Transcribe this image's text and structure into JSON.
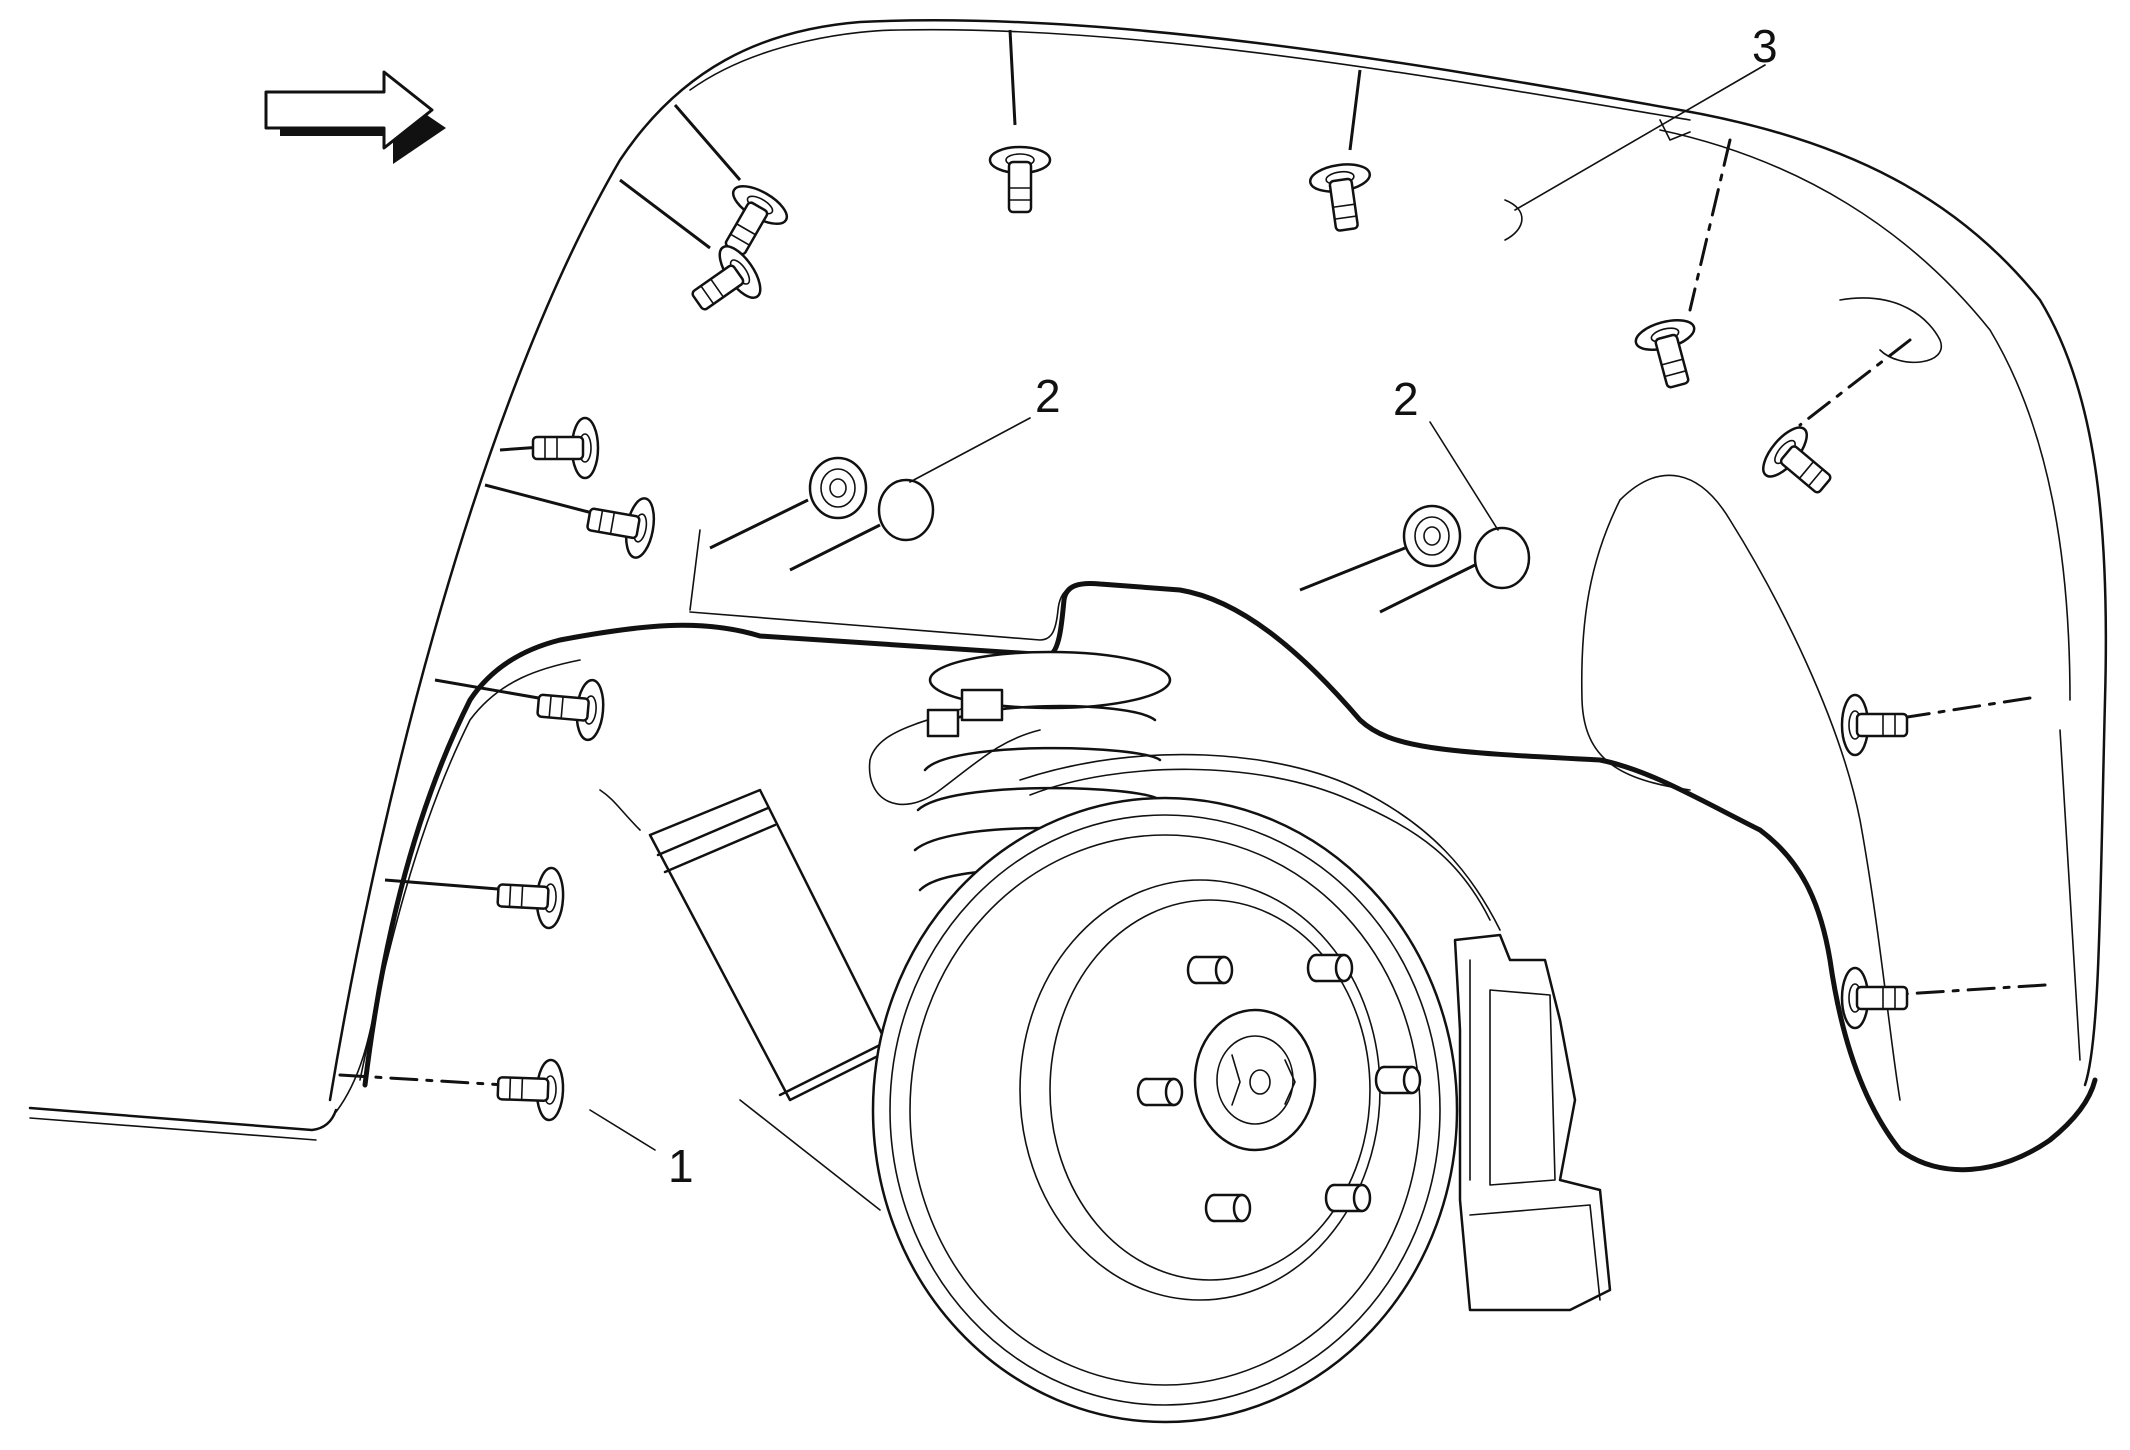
{
  "callouts": {
    "c1": "1",
    "c2a": "2",
    "c2b": "2",
    "c3": "3"
  },
  "colors": {
    "ink": "#111111",
    "background": "#ffffff"
  },
  "icons": {
    "direction": "direction-arrow-icon"
  }
}
